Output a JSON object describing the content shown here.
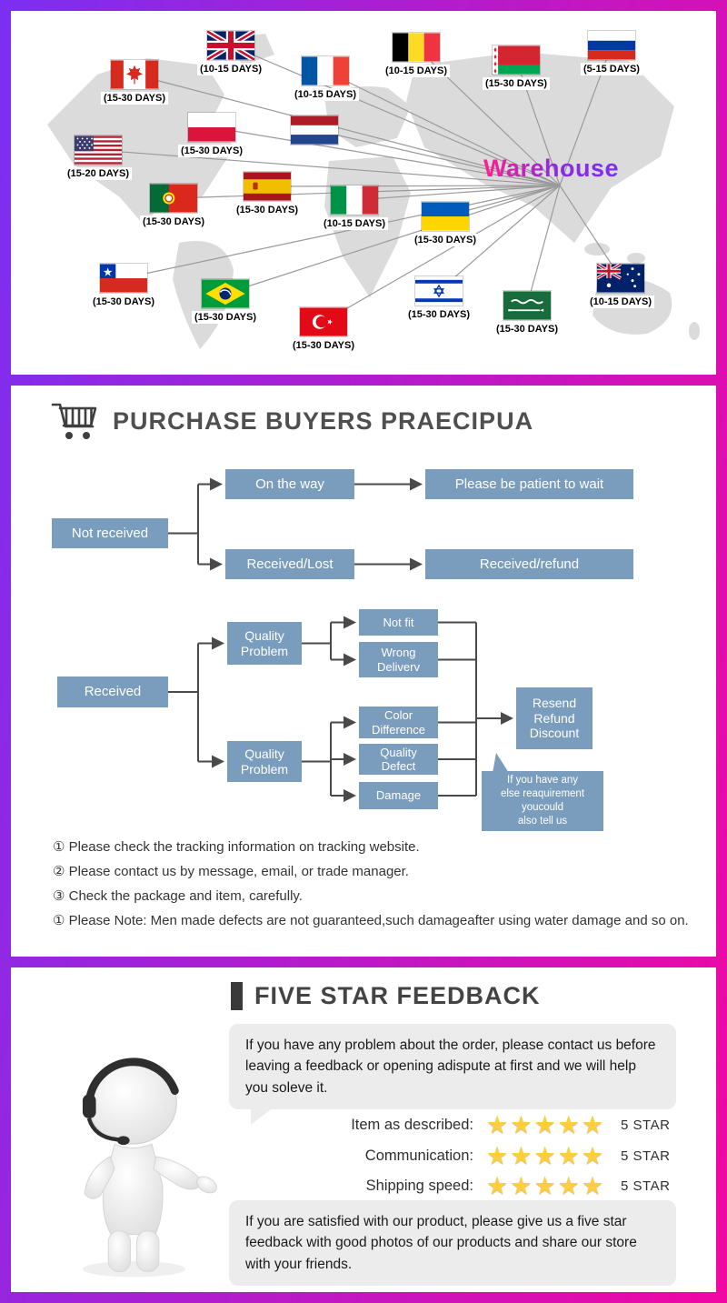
{
  "theme": {
    "gradient_start": "#7b2ff2",
    "gradient_end": "#f107a3",
    "flow_box_color": "#7a9dbe",
    "star_color": "#ffce3b"
  },
  "map": {
    "warehouse_label": "Warehouse",
    "flags": [
      {
        "id": "uk",
        "country": "United Kingdom",
        "days": "(10-15 DAYS)"
      },
      {
        "id": "canada",
        "country": "Canada",
        "days": "(15-30 DAYS)"
      },
      {
        "id": "france",
        "country": "France",
        "days": "(10-15 DAYS)"
      },
      {
        "id": "belgium",
        "country": "Belgium",
        "days": "(10-15 DAYS)"
      },
      {
        "id": "belarus",
        "country": "Belarus",
        "days": "(15-30 DAYS)"
      },
      {
        "id": "russia",
        "country": "Russia",
        "days": "(5-15 DAYS)"
      },
      {
        "id": "poland",
        "country": "Poland",
        "days": "(15-30 DAYS)"
      },
      {
        "id": "netherlands",
        "country": "Netherlands",
        "days": ""
      },
      {
        "id": "usa",
        "country": "United States",
        "days": "(15-20 DAYS)"
      },
      {
        "id": "portugal",
        "country": "Portugal",
        "days": "(15-30 DAYS)"
      },
      {
        "id": "spain",
        "country": "Spain",
        "days": "(15-30 DAYS)"
      },
      {
        "id": "italy",
        "country": "Italy",
        "days": "(10-15 DAYS)"
      },
      {
        "id": "ukraine",
        "country": "Ukraine",
        "days": "(15-30 DAYS)"
      },
      {
        "id": "chile",
        "country": "Chile",
        "days": "(15-30 DAYS)"
      },
      {
        "id": "brazil",
        "country": "Brazil",
        "days": "(15-30 DAYS)"
      },
      {
        "id": "turkey",
        "country": "Turkey",
        "days": "(15-30 DAYS)"
      },
      {
        "id": "israel",
        "country": "Israel",
        "days": "(15-30 DAYS)"
      },
      {
        "id": "saudi_arabia",
        "country": "Saudi Arabia",
        "days": "(15-30 DAYS)"
      },
      {
        "id": "australia",
        "country": "Australia",
        "days": "(10-15 DAYS)"
      }
    ]
  },
  "flow": {
    "title": "PURCHASE BUYERS PRAECIPUA",
    "nodes": {
      "not_received": "Not received",
      "on_the_way": "On the way",
      "be_patient": "Please be patient to wait",
      "received_lost": "Received/Lost",
      "received_refund": "Received/refund",
      "received": "Received",
      "quality_problem_top": "Quality\nProblem",
      "not_fit": "Not fit",
      "wrong_delivery": "Wrong\nDeliverv",
      "quality_problem_bottom": "Quality\nProblem",
      "color_difference": "Color\nDifference",
      "quality_defect": "Quality\nDefect",
      "damage": "Damage",
      "resend": "Resend\nRefund\nDiscount",
      "tip": "If you have any\nelse reaquirement\nyoucould\nalso tell us"
    },
    "notes": [
      "① Please check the tracking information on tracking website.",
      "② Please contact us by message, email, or trade manager.",
      "③ Check the package and item, carefully.",
      "① Please Note: Men made defects are not guaranteed,such damageafter using water damage and so on."
    ]
  },
  "feedback": {
    "title": "FIVE STAR FEEDBACK",
    "intro_bubble": "If you have any problem about the order, please contact us before leaving a feedback or opening adispute at first and we will help you soleve it.",
    "ratings": [
      {
        "label": "Item as described:",
        "stars": 5,
        "value": "5 STAR"
      },
      {
        "label": "Communication:",
        "stars": 5,
        "value": "5 STAR"
      },
      {
        "label": "Shipping speed:",
        "stars": 5,
        "value": "5 STAR"
      }
    ],
    "outro_bubble": "If you are satisfied with our product, please give us a five star feedback with good photos of our products and share our store with your friends."
  }
}
